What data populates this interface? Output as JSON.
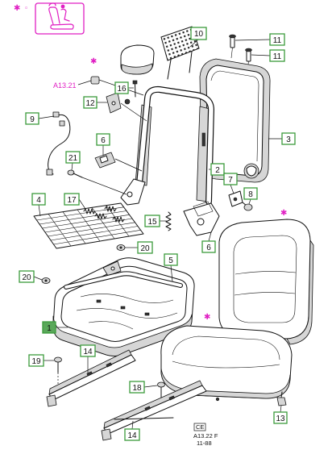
{
  "legend": {
    "asterisk": "✱",
    "ring": "◦"
  },
  "highlight_mark": "✱",
  "reference_label": "A13.21",
  "callouts": {
    "headrest_frame": "10",
    "guide_upper": "11",
    "guide_lower": "11",
    "back_panel": "3",
    "pin": "16",
    "bracket": "12",
    "cable": "9",
    "bracket_upper": "6",
    "bolt": "21",
    "back_frame": "2",
    "recliner": "7",
    "knob": "8",
    "spring_mat": "4",
    "springs": "17",
    "spring_small": "15",
    "bracket_lower": "6",
    "nut_right": "20",
    "crossbar": "5",
    "nut_left": "20",
    "seat_pan": "1",
    "rail_upper": "14",
    "bolt_rail": "19",
    "bolt_lower": "18",
    "rail_lower": "14",
    "foot": "13"
  },
  "footer": {
    "badge": "CE",
    "code": "A13.22 F",
    "date": "11-88"
  },
  "colors": {
    "callout": "#3c9b3c",
    "callout_fill": "#5aa85a",
    "highlight": "#e01fc3",
    "ink": "#111111",
    "shade": "#d6d6d6"
  }
}
